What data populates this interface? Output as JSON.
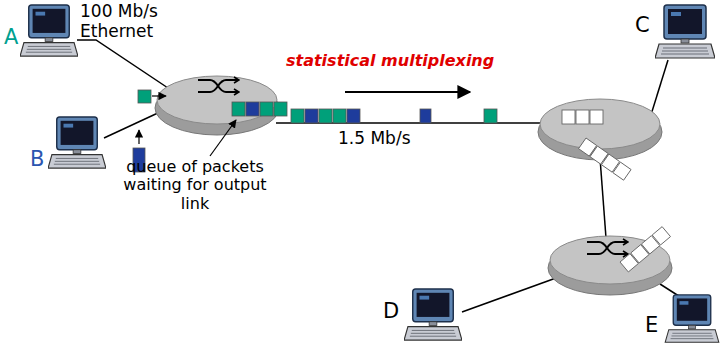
{
  "diagram": {
    "nodes": [
      {
        "text": [
          "A"
        ]
      },
      {
        "text": [
          "C"
        ]
      },
      {
        "text": [
          "B"
        ]
      },
      {
        "text": [
          "D"
        ]
      },
      {
        "text": [
          "E"
        ]
      }
    ],
    "labels": [
      "100 Mb/s Ethernet",
      "statistical multiplexing",
      "queue of packets waiting for output link",
      "1.5 Mb/s"
    ]
  }
}
